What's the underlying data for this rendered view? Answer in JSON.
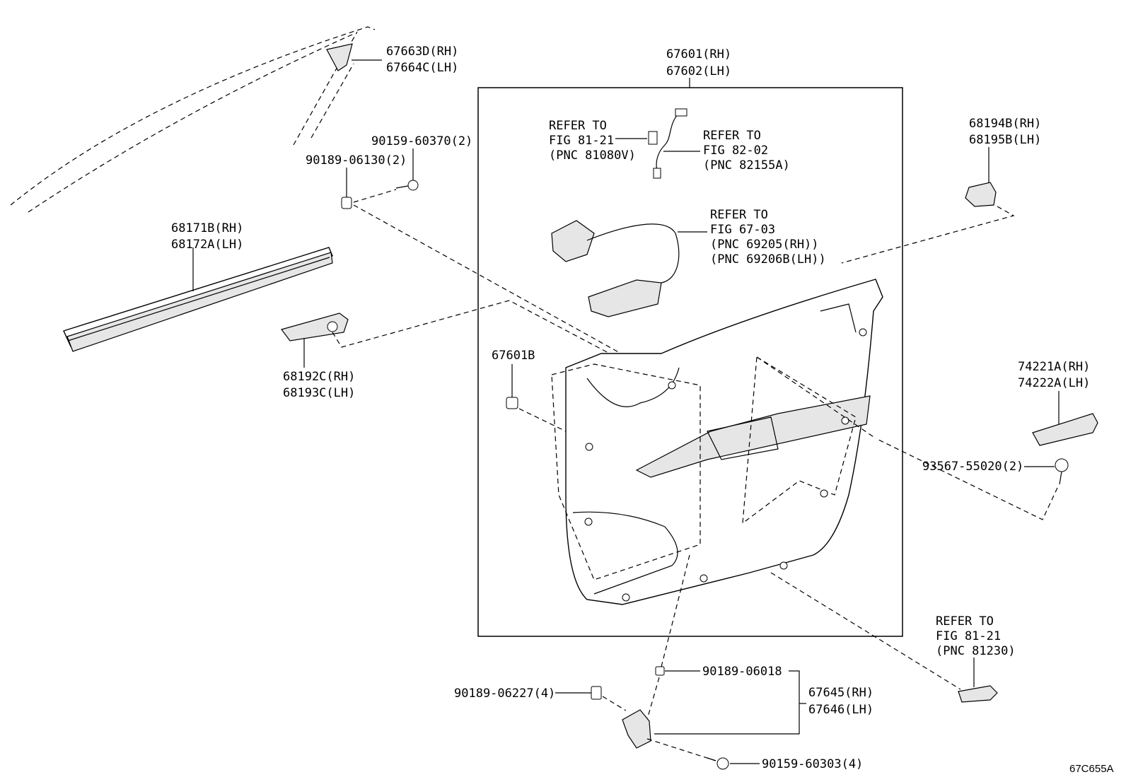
{
  "labels": {
    "p67663D": "67663D(RH)",
    "p67664C": "67664C(LH)",
    "p90159_60370": "90159-60370(2)",
    "p90189_06130": "90189-06130(2)",
    "p68171B": "68171B(RH)",
    "p68172A": "68172A(LH)",
    "p68192C": "68192C(RH)",
    "p68193C": "68193C(LH)",
    "p67601": "67601(RH)",
    "p67602": "67602(LH)",
    "p67601B": "67601B",
    "p68194B": "68194B(RH)",
    "p68195B": "68195B(LH)",
    "p74221A": "74221A(RH)",
    "p74222A": "74222A(LH)",
    "p93567": "93567-55020(2)",
    "p90189_06018": "90189-06018",
    "p67645": "67645(RH)",
    "p67646": "67646(LH)",
    "p90189_06227": "90189-06227(4)",
    "p90159_60303": "90159-60303(4)"
  },
  "refers": {
    "r1": [
      "REFER TO",
      "FIG 81-21",
      "(PNC 81080V)"
    ],
    "r2": [
      "REFER TO",
      "FIG 82-02",
      "(PNC 82155A)"
    ],
    "r3": [
      "REFER TO",
      "FIG 67-03",
      "(PNC 69205(RH))",
      "(PNC 69206B(LH))"
    ],
    "r4": [
      "REFER TO",
      "FIG 81-21",
      "(PNC 81230)"
    ]
  },
  "diagram_code": "67C655A"
}
